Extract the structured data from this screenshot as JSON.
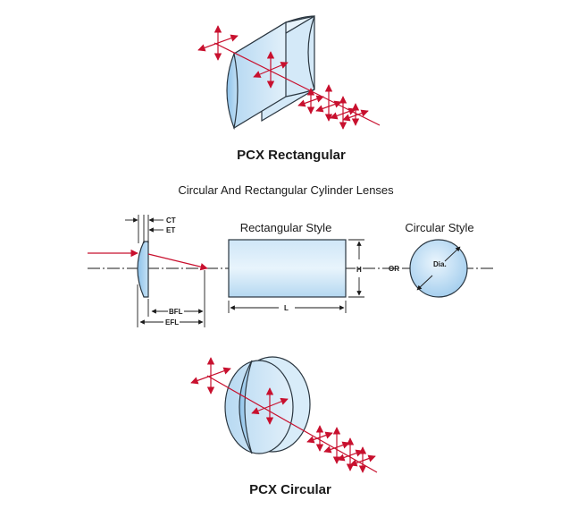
{
  "labels": {
    "pcx_rectangular": "PCX Rectangular",
    "subtitle": "Circular And Rectangular Cylinder Lenses",
    "rectangular_style": "Rectangular Style",
    "circular_style": "Circular Style",
    "pcx_circular": "PCX Circular"
  },
  "dimensions": {
    "ct": "CT",
    "et": "ET",
    "bfl": "BFL",
    "efl": "EFL",
    "height": "H",
    "length": "L",
    "or": "OR",
    "diameter": "Dia."
  },
  "colors": {
    "lens_fill": "#a9d1ef",
    "lens_light": "#d9ecf9",
    "ray": "#c8102e",
    "ink": "#1a1a1a"
  }
}
